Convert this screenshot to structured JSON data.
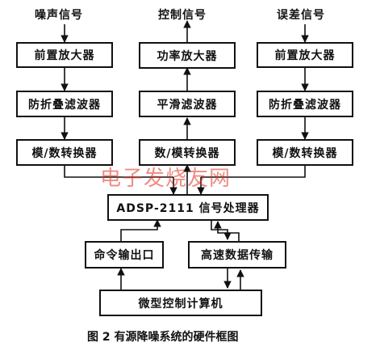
{
  "signals": {
    "noise": "噪声信号",
    "control": "控制信号",
    "error": "误差信号"
  },
  "left_column": {
    "pre_amp": "前置放大器",
    "anti_alias": "防折叠滤波器",
    "adc": "模/数转换器"
  },
  "middle_column": {
    "power_amp": "功率放大器",
    "smoothing": "平滑滤波器",
    "dac": "数/模转换器"
  },
  "right_column": {
    "pre_amp": "前置放大器",
    "anti_alias": "防折叠滤波器",
    "adc": "模/数转换器"
  },
  "processor": "ADSP-2111 信号处理器",
  "command_port": "命令输出口",
  "high_speed_link": "高速数据传输",
  "microcomputer": "微型控制计算机",
  "watermark": "电子发烧友网",
  "caption": "图 2  有源降噪系统的硬件框图"
}
